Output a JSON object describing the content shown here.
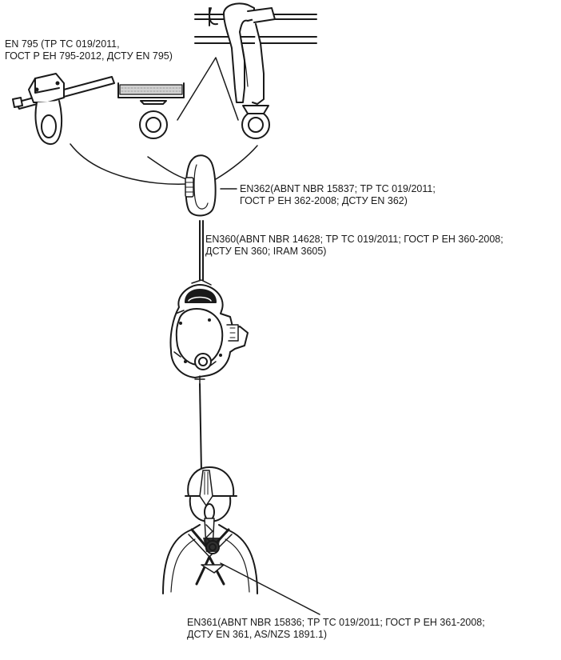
{
  "labels": {
    "en795": {
      "line1": "EN 795 (ТР ТС 019/2011,",
      "line2": "ГОСТ Р ЕН 795-2012, ДСТУ EN 795)"
    },
    "en362": {
      "line1": "EN362(ABNT NBR 15837; ТР ТС 019/2011;",
      "line2": "ГОСТ Р ЕН 362-2008; ДСТУ EN 362)"
    },
    "en360": {
      "line1": "EN360(ABNT NBR 14628; ТР ТС 019/2011; ГОСТ Р ЕН 360-2008;",
      "line2": "ДСТУ EN 360; IRAM 3605)"
    },
    "en361": {
      "line1": "EN361(ABNT NBR 15836; ТР ТС 019/2011; ГОСТ Р ЕН 361-2008;",
      "line2": "ДСТУ EN 361, AS/NZS 1891.1)"
    }
  },
  "colors": {
    "line": "#1a1a1a",
    "fill": "#ffffff",
    "texture": "#bdbdbd"
  }
}
